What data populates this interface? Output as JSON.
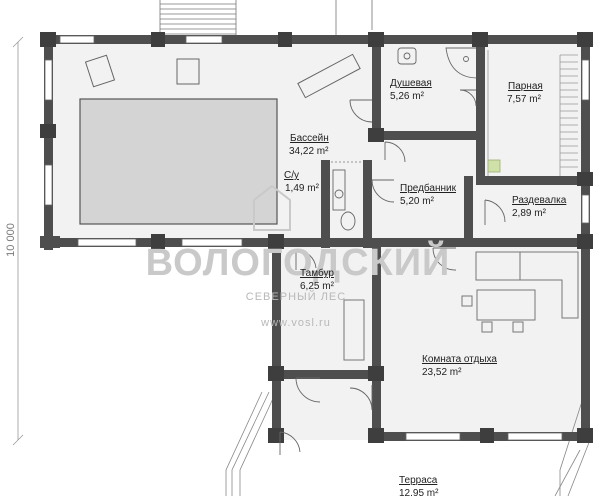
{
  "dimension": {
    "label": "10 000"
  },
  "watermark": {
    "title": "ВОЛОГОДСКИЙ",
    "subtitle": "СЕВЕРНЫЙ ЛЕС",
    "url": "www.vosl.ru"
  },
  "rooms": [
    {
      "name": "Бассейн",
      "area": "34,22 m²"
    },
    {
      "name": "С/у",
      "area": "1,49 m²"
    },
    {
      "name": "Душевая",
      "area": "5,26 m²"
    },
    {
      "name": "Парная",
      "area": "7,57 m²"
    },
    {
      "name": "Предбанник",
      "area": "5,20 m²"
    },
    {
      "name": "Раздевалка",
      "area": "2,89 m²"
    },
    {
      "name": "Тамбур",
      "area": "6,25 m²"
    },
    {
      "name": "Комната отдыха",
      "area": "23,52 m²"
    },
    {
      "name": "Терраса",
      "area": "12,95 m²"
    }
  ],
  "colors": {
    "wall": "#4e4e4e",
    "pool": "#d4d4d4",
    "floor": "#f2f2f2",
    "line": "#888888"
  }
}
